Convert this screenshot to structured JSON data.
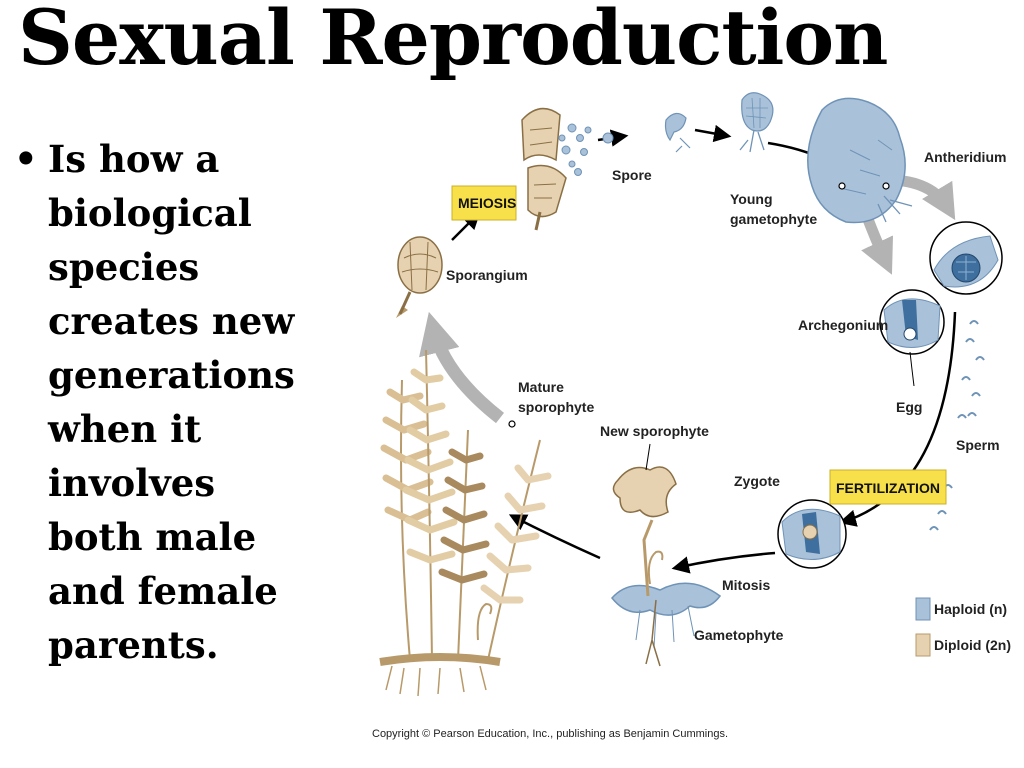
{
  "slide": {
    "title": "Sexual Reproduction",
    "bullet": {
      "marker": "•",
      "lines": [
        "Is how a",
        "biological",
        "species",
        "creates new",
        "generations",
        "when it",
        "involves",
        "both male",
        "and female",
        "parents."
      ]
    }
  },
  "diagram": {
    "labels": {
      "spore": "Spore",
      "young_gametophyte_1": "Young",
      "young_gametophyte_2": "gametophyte",
      "antheridium": "Antheridium",
      "meiosis": "MEIOSIS",
      "sporangium": "Sporangium",
      "archegonium": "Archegonium",
      "egg": "Egg",
      "sperm": "Sperm",
      "mature_sporophyte_1": "Mature",
      "mature_sporophyte_2": "sporophyte",
      "new_sporophyte": "New sporophyte",
      "zygote": "Zygote",
      "fertilization": "FERTILIZATION",
      "mitosis": "Mitosis",
      "gametophyte": "Gametophyte"
    },
    "legend": [
      {
        "label": "Haploid (n)",
        "color": "#a9c1d9"
      },
      {
        "label": "Diploid (2n)",
        "color": "#e6d2b0"
      }
    ],
    "colors": {
      "haploid": "#a9c1d9",
      "haploid_dark": "#6f93b7",
      "diploid": "#e6d2b0",
      "diploid_dark": "#b89a6a",
      "tag_fill": "#f7e04a",
      "arrow": "#000000",
      "big_arrow": "#b3b3b3"
    },
    "copyright": "Copyright © Pearson Education, Inc., publishing as Benjamin Cummings."
  }
}
